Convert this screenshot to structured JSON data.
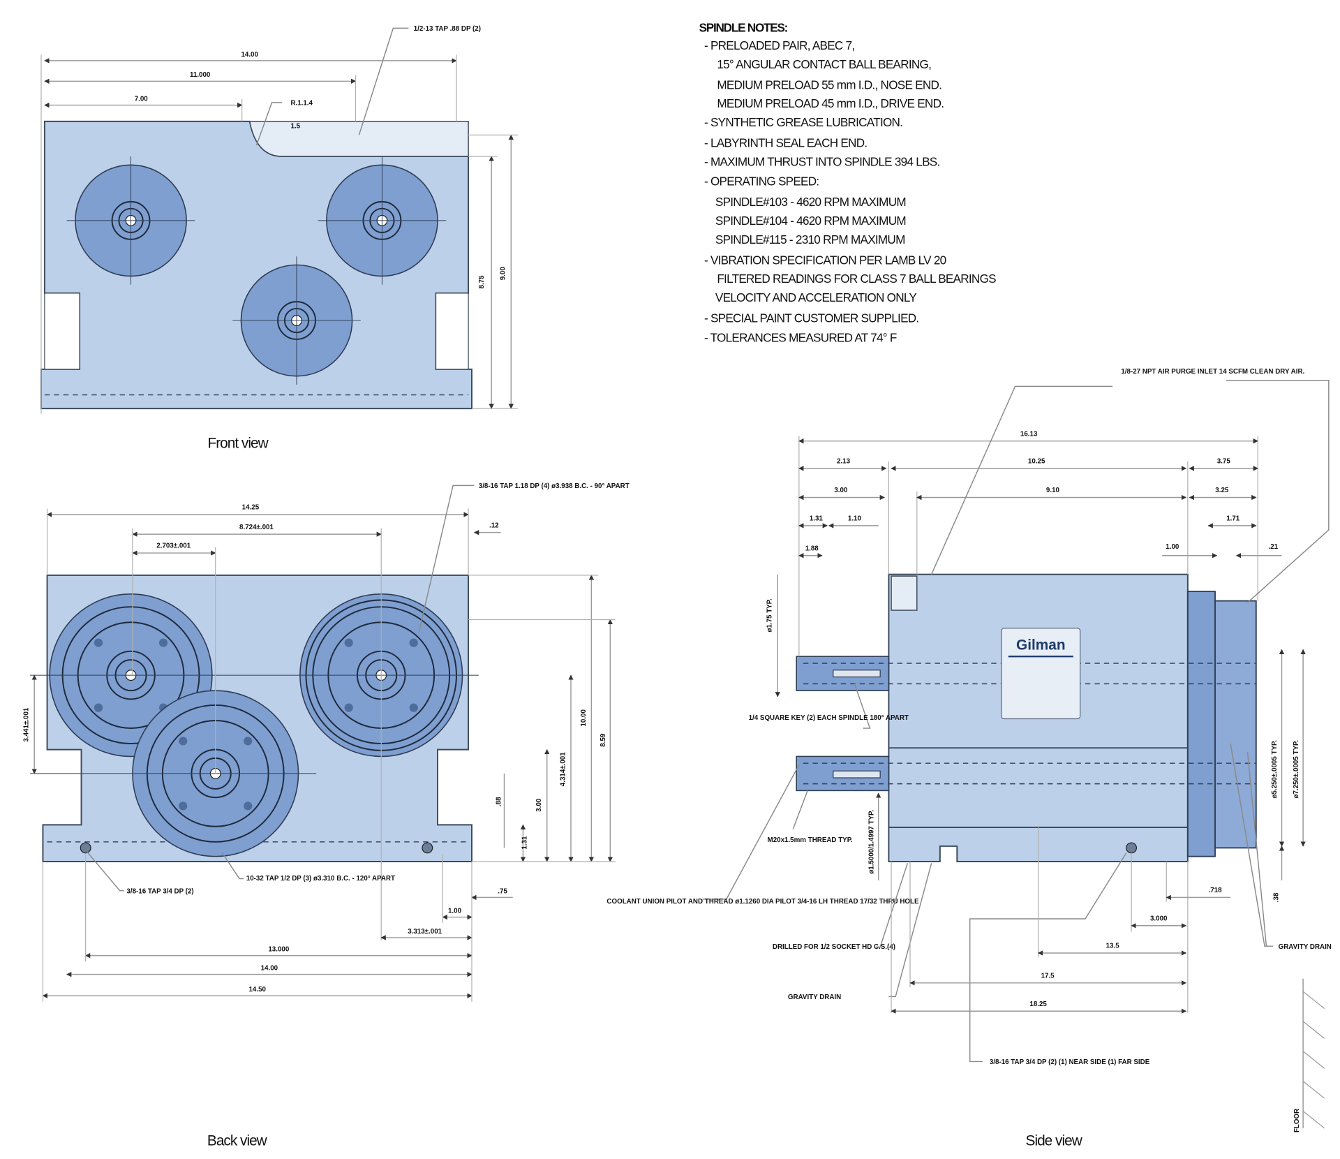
{
  "notes": {
    "title": "SPINDLE NOTES:",
    "lines": [
      "-  PRELOADED PAIR, ABEC 7,",
      "15° ANGULAR CONTACT BALL BEARING,",
      "MEDIUM PRELOAD 55 mm I.D., NOSE END.",
      "MEDIUM PRELOAD 45 mm I.D., DRIVE END.",
      "-  SYNTHETIC GREASE LUBRICATION.",
      "-  LABYRINTH SEAL EACH END.",
      "-  MAXIMUM THRUST INTO SPINDLE 394 LBS.",
      "-  OPERATING SPEED:",
      "SPINDLE#103 - 4620 RPM  MAXIMUM",
      "SPINDLE#104 - 4620 RPM  MAXIMUM",
      "SPINDLE#115 - 2310 RPM  MAXIMUM",
      "-  VIBRATION SPECIFICATION  PER LAMB LV 20",
      "FILTERED READINGS FOR CLASS 7 BALL BEARINGS",
      "VELOCITY AND ACCELERATION ONLY",
      "-  SPECIAL PAINT CUSTOMER SUPPLIED.",
      "-  TOLERANCES MEASURED AT 74° F"
    ]
  },
  "views": {
    "front": "Front view",
    "back": "Back view",
    "side": "Side view"
  },
  "front_dims": {
    "overall_width": "14.00",
    "hole_2": "11.000",
    "hole_1": "7.00",
    "radius": "R.1.1.4",
    "tap_callout": "1/2-13 TAP .88 DP (2)",
    "small": "1.5",
    "height_1": "8.75",
    "height_2": "9.00"
  },
  "back_dims": {
    "overall_width": "14.25",
    "center_2": "8.724±.001",
    "center_1": "2.703±.001",
    "offset": ".12",
    "tap_callout_top": "3/8-16 TAP 1.18 DP (4) ø3.938 B.C. - 90° APART",
    "vertical_left": "3.441±.001",
    "height": "10.00",
    "height_2": "8.59",
    "v_1": "4.314±.001",
    "v_2": "3.00",
    "v_3": ".88",
    "v_4": "1.31",
    "h_1": ".75",
    "h_2": "1.00",
    "h_3": "3.313±.001",
    "tap_callout_left": "3/8-16 TAP 3/4 DP (2)",
    "tap_callout_mid": "10-32 TAP 1/2 DP (3) ø3.310 B.C. - 120° APART",
    "w_1": "13.000",
    "w_2": "14.00",
    "w_3": "14.50"
  },
  "side_dims": {
    "overall": "16.13",
    "d_213": "2.13",
    "d_body": "10.25",
    "d_right": "3.75",
    "d_300": "3.00",
    "d_910": "9.10",
    "d_325": "3.25",
    "d_131": "1.31",
    "d_110": "1.10",
    "d_188": "1.88",
    "d_171": "1.71",
    "d_100": "1.00",
    "d_21": ".21",
    "air_purge": "1/8-27 NPT AIR PURGE INLET 14 SCFM CLEAN DRY AIR.",
    "dia_typ": "ø1.75 TYP.",
    "keys": "1/4 SQUARE KEY (2) EACH SPINDLE 180° APART",
    "thread": "M20x1.5mm THREAD TYP.",
    "shaft_dia": "ø1.5000/1.4997 TYP.",
    "coolant": "COOLANT UNION PILOT AND THREAD ø1.1260 DIA PILOT 3/4-16 LH THREAD 17/32 THRU HOLE",
    "drilled": "DRILLED FOR 1/2 SOCKET HD C.S.(4)",
    "gravity_left": "GRAVITY DRAIN",
    "gravity_right": "GRAVITY DRAIN",
    "tap_bottom": "3/8-16 TAP 3/4 DP (2) (1) NEAR SIDE (1) FAR SIDE",
    "nose_1": "ø5.250±.0005 TYP.",
    "nose_2": "ø7.250±.0005 TYP.",
    "b_718": ".718",
    "b_3": "3.000",
    "b_13": "13.5",
    "b_17": "17.5",
    "b_18": "18.25",
    "floor": "FLOOR",
    "small_v": ".38"
  },
  "logo": {
    "brand": "Gilman"
  },
  "colors": {
    "body": "#bcd0ea",
    "disc": "#7e9fd0",
    "outline": "#3d4a5c"
  }
}
